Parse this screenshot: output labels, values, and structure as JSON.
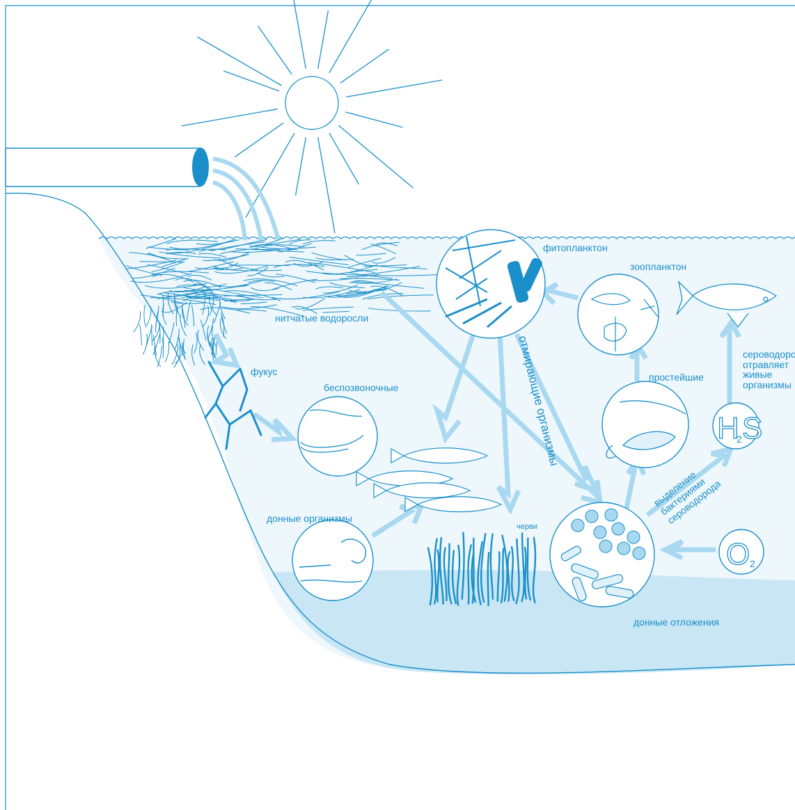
{
  "colors": {
    "stroke": "#1a8fc9",
    "pipe_mouth": "#1a8fc9",
    "water": "#eef7fc",
    "sediment": "#c9e6f5",
    "arrow": "#a9d8f1",
    "text": "#1a8fc9"
  },
  "labels": {
    "filamentous_algae": "нитчатые водоросли",
    "fucus": "фукус",
    "invertebrates": "беспозвоночные",
    "phytoplankton": "фитопланктон",
    "zooplankton": "зоопланктон",
    "protozoa": "простейшие",
    "dying_organisms": "отмирающие организмы",
    "h2s_poisons": [
      "сероводород",
      "отравляет",
      "живые",
      "организмы"
    ],
    "h2s_release": [
      "выделение",
      "бактериями",
      "сероводорода"
    ],
    "benthic_organisms": "донные организмы",
    "worms": "черви",
    "bottom_sediments": "донные отложения"
  },
  "formulas": {
    "h2s": {
      "main": "H",
      "sub": "2",
      "tail": "S"
    },
    "o2": {
      "main": "O",
      "sub": "2"
    }
  },
  "icons": [
    "sun-icon",
    "pipe-icon",
    "fish-icon",
    "cod-fish-icon",
    "worms-icon",
    "bacteria-icon",
    "algae-icon"
  ]
}
